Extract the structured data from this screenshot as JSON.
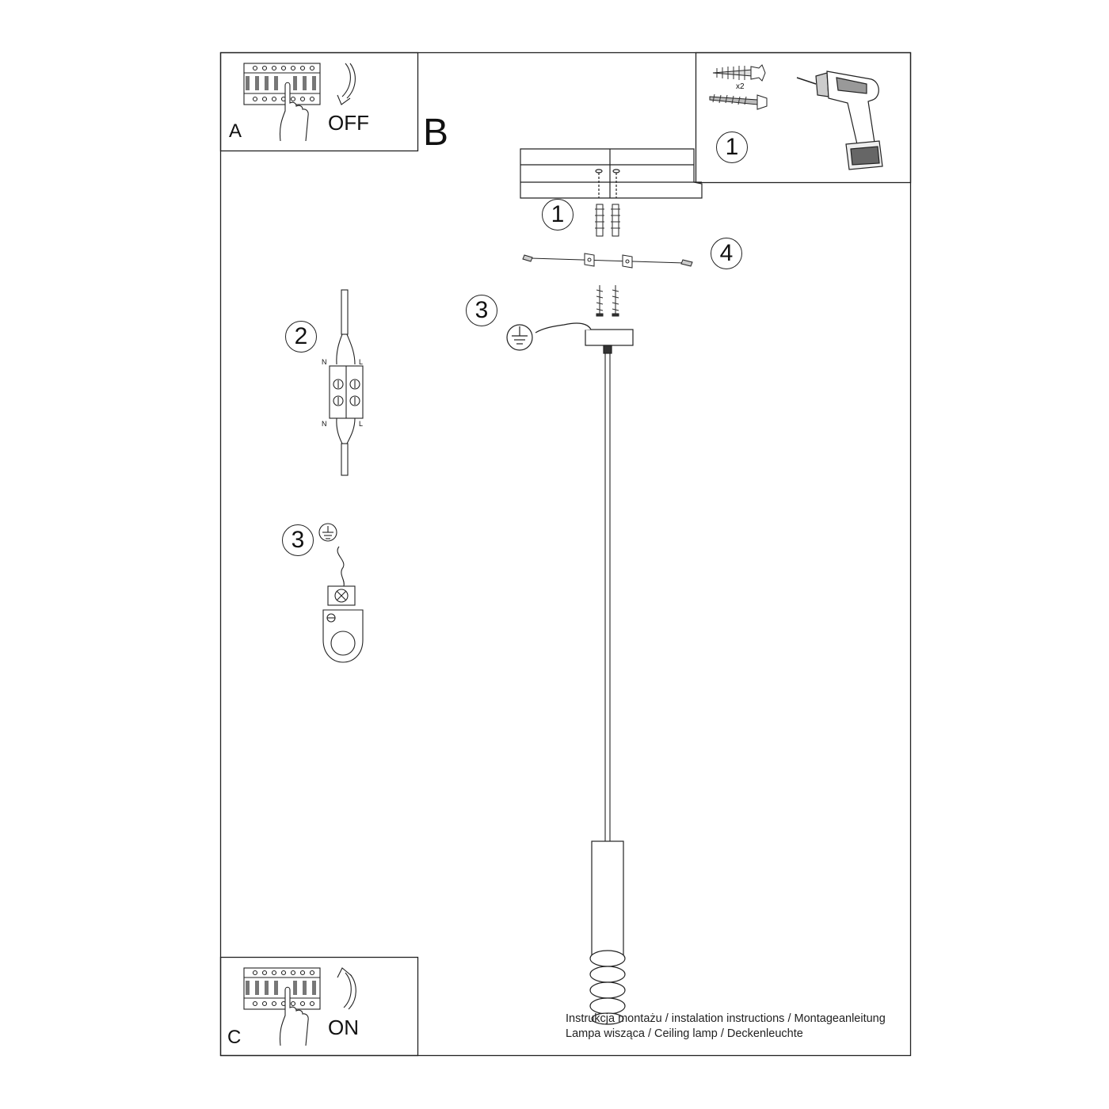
{
  "panels": {
    "a": {
      "letter": "A",
      "switch_label": "OFF"
    },
    "b": {
      "letter": "B"
    },
    "c": {
      "letter": "C",
      "switch_label": "ON"
    }
  },
  "tools": {
    "quantity": "x2",
    "step": "1"
  },
  "steps": {
    "one": "1",
    "two": "2",
    "three": "3",
    "four": "4"
  },
  "connector": {
    "neutral": "N",
    "live": "L"
  },
  "footer": {
    "line1": "Instrukcja montażu / instalation instructions / Montageanleitung",
    "line2": "Lampa wisząca / Ceiling lamp / Deckenleuchte"
  }
}
